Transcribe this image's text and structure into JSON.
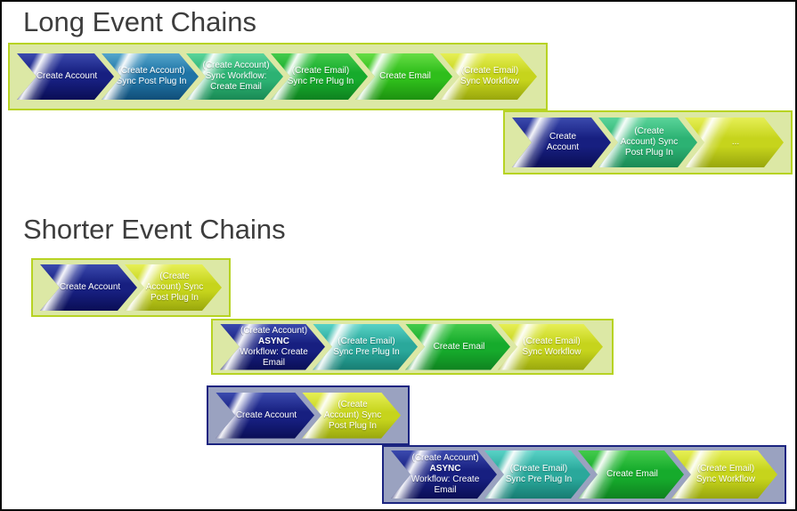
{
  "palette": {
    "navy": "#171f80",
    "steel_blue": "#1f74a6",
    "sea_green": "#2cb273",
    "teal": "#2aa89b",
    "green": "#16ab2c",
    "bright_green": "#2fbe1b",
    "yellow_green": "#c6d41c",
    "box_green_fill": "#dce8a5",
    "box_green_border": "#b7d323",
    "box_gray_fill": "#9aa2c0",
    "box_gray_border": "#1b2480",
    "title_color": "#3d3d3d"
  },
  "sections": [
    {
      "title": "Long Event Chains"
    },
    {
      "title": "Shorter Event Chains"
    }
  ],
  "chains": [
    {
      "id": "long-full",
      "box": "green",
      "chevrons": [
        {
          "color": "navy",
          "lines": [
            {
              "t": "Create Account"
            }
          ]
        },
        {
          "color": "steel_blue",
          "lines": [
            {
              "t": "(Create Account)"
            },
            {
              "t": "Sync Post Plug In"
            }
          ]
        },
        {
          "color": "sea_green",
          "lines": [
            {
              "t": "(Create Account)"
            },
            {
              "t": "Sync Workflow:"
            },
            {
              "t": "Create Email"
            }
          ]
        },
        {
          "color": "green",
          "lines": [
            {
              "t": "(Create Email)"
            },
            {
              "t": "Sync Pre Plug In"
            }
          ]
        },
        {
          "color": "bright_green",
          "lines": [
            {
              "t": "Create Email"
            }
          ]
        },
        {
          "color": "yellow_green",
          "lines": [
            {
              "t": "(Create Email)"
            },
            {
              "t": "Sync Workflow"
            }
          ]
        }
      ]
    },
    {
      "id": "long-continued",
      "box": "green",
      "chevrons": [
        {
          "color": "navy",
          "lines": [
            {
              "t": "Create"
            },
            {
              "t": "Account"
            }
          ]
        },
        {
          "color": "sea_green",
          "lines": [
            {
              "t": "(Create"
            },
            {
              "t": "Account) Sync"
            },
            {
              "t": "Post Plug In"
            }
          ]
        },
        {
          "color": "yellow_green",
          "lines": [
            {
              "t": "..."
            }
          ]
        }
      ]
    },
    {
      "id": "short-sync-post",
      "box": "green",
      "chevrons": [
        {
          "color": "navy",
          "lines": [
            {
              "t": "Create Account"
            }
          ]
        },
        {
          "color": "yellow_green",
          "lines": [
            {
              "t": "(Create"
            },
            {
              "t": "Account) Sync"
            },
            {
              "t": "Post Plug In"
            }
          ]
        }
      ]
    },
    {
      "id": "short-async",
      "box": "green",
      "chevrons": [
        {
          "color": "navy",
          "lines": [
            {
              "t": "(Create Account)"
            },
            {
              "t": "ASYNC",
              "bold": true
            },
            {
              "t": "Workflow: Create"
            },
            {
              "t": "Email"
            }
          ]
        },
        {
          "color": "teal",
          "lines": [
            {
              "t": "(Create Email)"
            },
            {
              "t": "Sync Pre Plug In"
            }
          ]
        },
        {
          "color": "green",
          "lines": [
            {
              "t": "Create Email"
            }
          ]
        },
        {
          "color": "yellow_green",
          "lines": [
            {
              "t": "(Create Email)"
            },
            {
              "t": "Sync Workflow"
            }
          ]
        }
      ]
    },
    {
      "id": "short-sync-post-gray",
      "box": "gray",
      "chevrons": [
        {
          "color": "navy",
          "lines": [
            {
              "t": "Create Account"
            }
          ]
        },
        {
          "color": "yellow_green",
          "lines": [
            {
              "t": "(Create"
            },
            {
              "t": "Account) Sync"
            },
            {
              "t": "Post Plug In"
            }
          ]
        }
      ]
    },
    {
      "id": "short-async-gray",
      "box": "gray",
      "chevrons": [
        {
          "color": "navy",
          "lines": [
            {
              "t": "(Create Account)"
            },
            {
              "t": "ASYNC",
              "bold": true
            },
            {
              "t": "Workflow: Create"
            },
            {
              "t": "Email"
            }
          ]
        },
        {
          "color": "teal",
          "lines": [
            {
              "t": "(Create Email)"
            },
            {
              "t": "Sync Pre Plug In"
            }
          ]
        },
        {
          "color": "green",
          "lines": [
            {
              "t": "Create Email"
            }
          ]
        },
        {
          "color": "yellow_green",
          "lines": [
            {
              "t": "(Create Email)"
            },
            {
              "t": "Sync Workflow"
            }
          ]
        }
      ]
    }
  ]
}
